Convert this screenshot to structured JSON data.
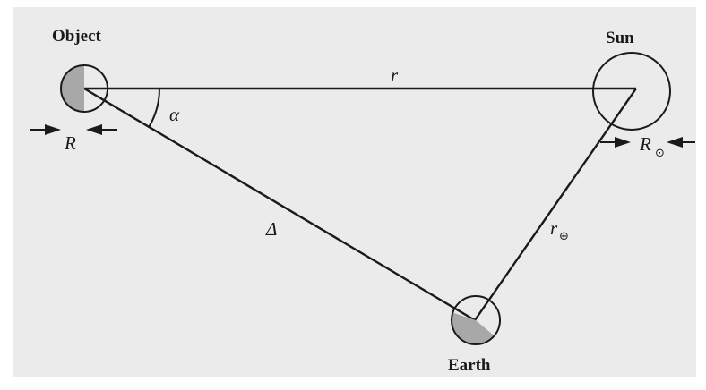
{
  "labels": {
    "object": "Object",
    "sun": "Sun",
    "earth": "Earth",
    "side_object_sun": "r",
    "side_object_earth": "Δ",
    "side_sun_earth": "r",
    "side_sun_earth_sub": "⊕",
    "angle": "α",
    "object_radius": "R",
    "sun_radius": "R",
    "sun_radius_sub": "⊙"
  },
  "colors": {
    "background": "#ebebeb",
    "line": "#1a1a1a",
    "shaded": "#a8a8a8"
  }
}
